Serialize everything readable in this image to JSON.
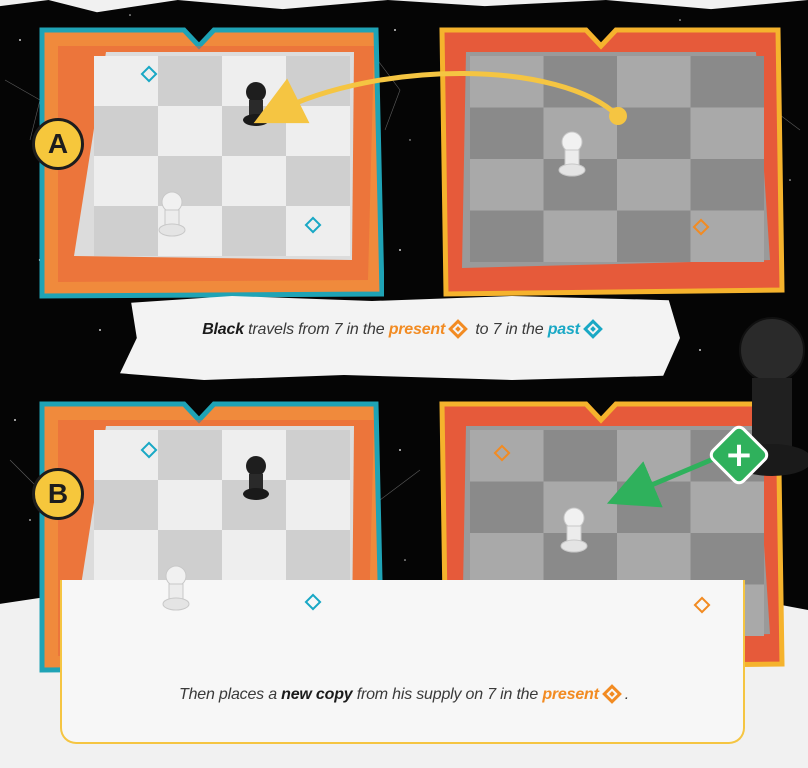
{
  "step_a": {
    "label": "A",
    "caption": {
      "part1": "Black",
      "part2": " travels from 7 in the ",
      "part3": "present",
      "part4": " to 7 in the ",
      "part5": "past"
    }
  },
  "step_b": {
    "label": "B",
    "caption": {
      "part1": "Then places a ",
      "part2": "new copy",
      "part3": " from his supply on 7 in the ",
      "part4": "present",
      "part5": "."
    }
  },
  "colors": {
    "present": "#f28b22",
    "past": "#19a8c5",
    "badge": "#f6c73c",
    "arrow_move": "#f5c542",
    "arrow_place": "#2fb15c"
  },
  "icons": {
    "present_marker": "orange-diamond-icon",
    "past_marker": "teal-diamond-icon",
    "add_piece": "plus-icon",
    "pawn_black": "black-pawn-icon",
    "pawn_white": "white-pawn-icon"
  }
}
